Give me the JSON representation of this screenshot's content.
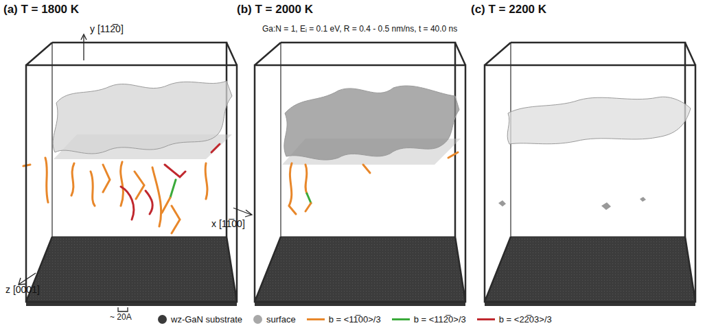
{
  "diagram": {
    "labels": [
      "(a) T = 1800 K",
      "(b) T = 2000 K",
      "(c) T = 2200 K",
      "Ga:N = 1, Eᵢ = 0.1 eV, R = 0.4 - 0.5 nm/ns, t = 40.0 ns",
      "y [112̅0]",
      "x [11̅00]",
      "z [0001]",
      "~ 20A"
    ],
    "legend": [
      {
        "text": "wz-GaN substrate",
        "color": "#3a3a3a"
      },
      {
        "text": "surface",
        "color": "#a8a8a8"
      },
      {
        "text": "b = <11̅00>/3",
        "color": "#e8872a"
      },
      {
        "text": "b = <112̅0>/3",
        "color": "#3aaa3a"
      },
      {
        "text": "b = <22̅03>/3",
        "color": "#c0282e"
      }
    ]
  }
}
